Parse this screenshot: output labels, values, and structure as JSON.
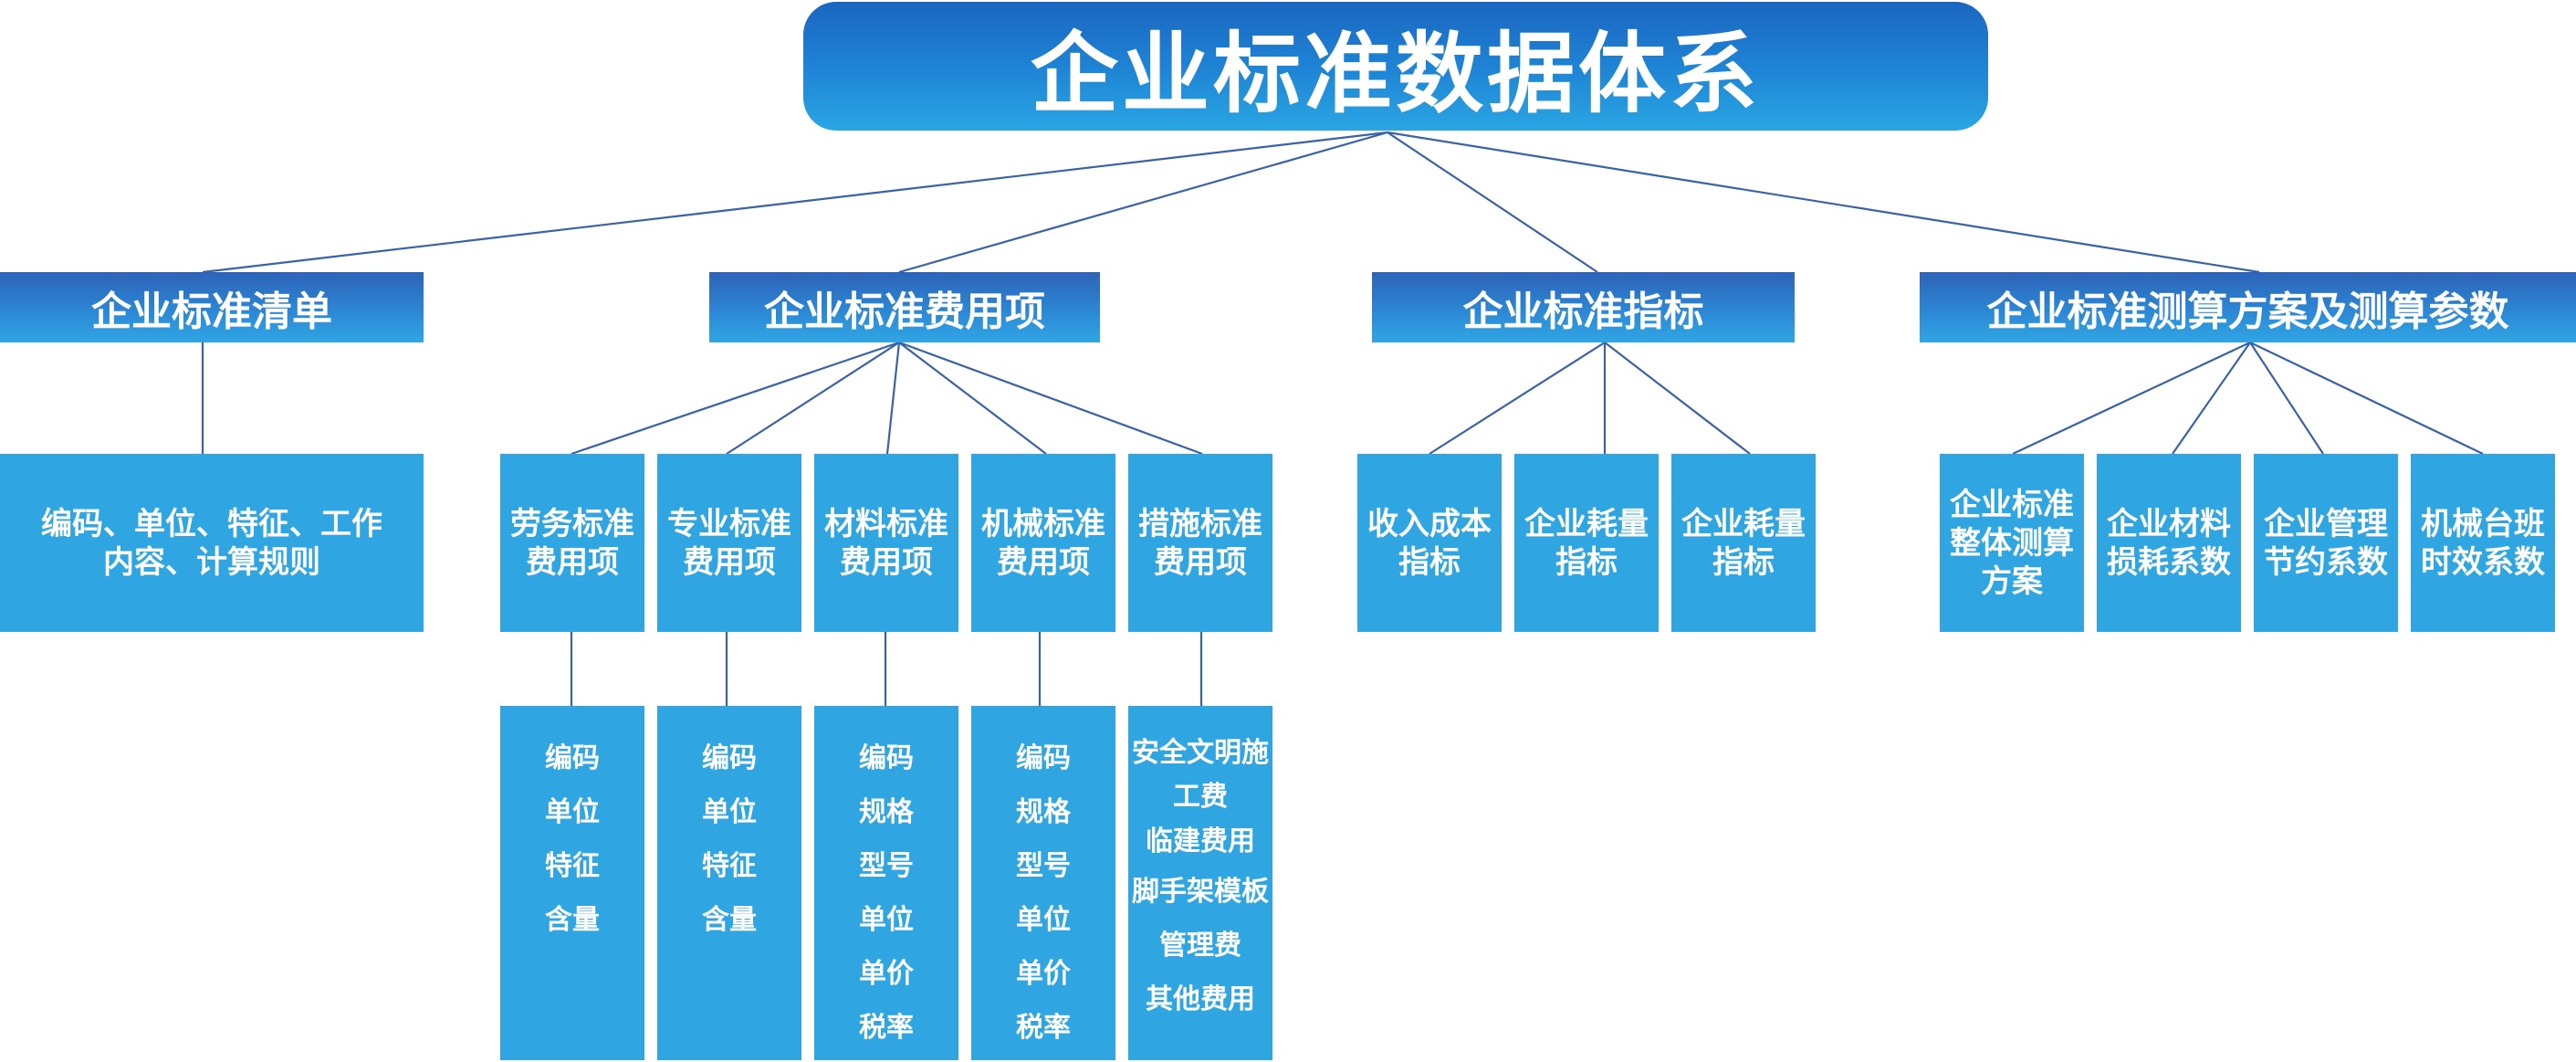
{
  "title": "企业标准数据体系",
  "level1": [
    "企业标准清单",
    "企业标准费用项",
    "企业标准指标",
    "企业标准测算方案及测算参数"
  ],
  "level2": {
    "qingdan": [
      "编码、单位、特征、工作内容、计算规则"
    ],
    "feiyong": [
      "劳务标准费用项",
      "专业标准费用项",
      "材料标准费用项",
      "机械标准费用项",
      "措施标准费用项"
    ],
    "zhibiao": [
      "收入成本指标",
      "企业耗量指标",
      "企业耗量指标"
    ],
    "cesuan": [
      "企业标准整体测算方案",
      "企业材料损耗系数",
      "企业管理节约系数",
      "机械台班时效系数"
    ]
  },
  "level3": {
    "laowu": [
      "编码",
      "单位",
      "特征",
      "含量"
    ],
    "zhuanye": [
      "编码",
      "单位",
      "特征",
      "含量"
    ],
    "cailiao": [
      "编码",
      "规格",
      "型号",
      "单位",
      "单价",
      "税率"
    ],
    "jixie": [
      "编码",
      "规格",
      "型号",
      "单位",
      "单价",
      "税率"
    ],
    "cuoshi": [
      "安全文明施工费",
      "临建费用",
      "脚手架模板",
      "管理费",
      "其他费用"
    ]
  },
  "colors": {
    "box": "#2fa6e1",
    "header": "#2c8ad7",
    "line": "#3a62a8"
  }
}
